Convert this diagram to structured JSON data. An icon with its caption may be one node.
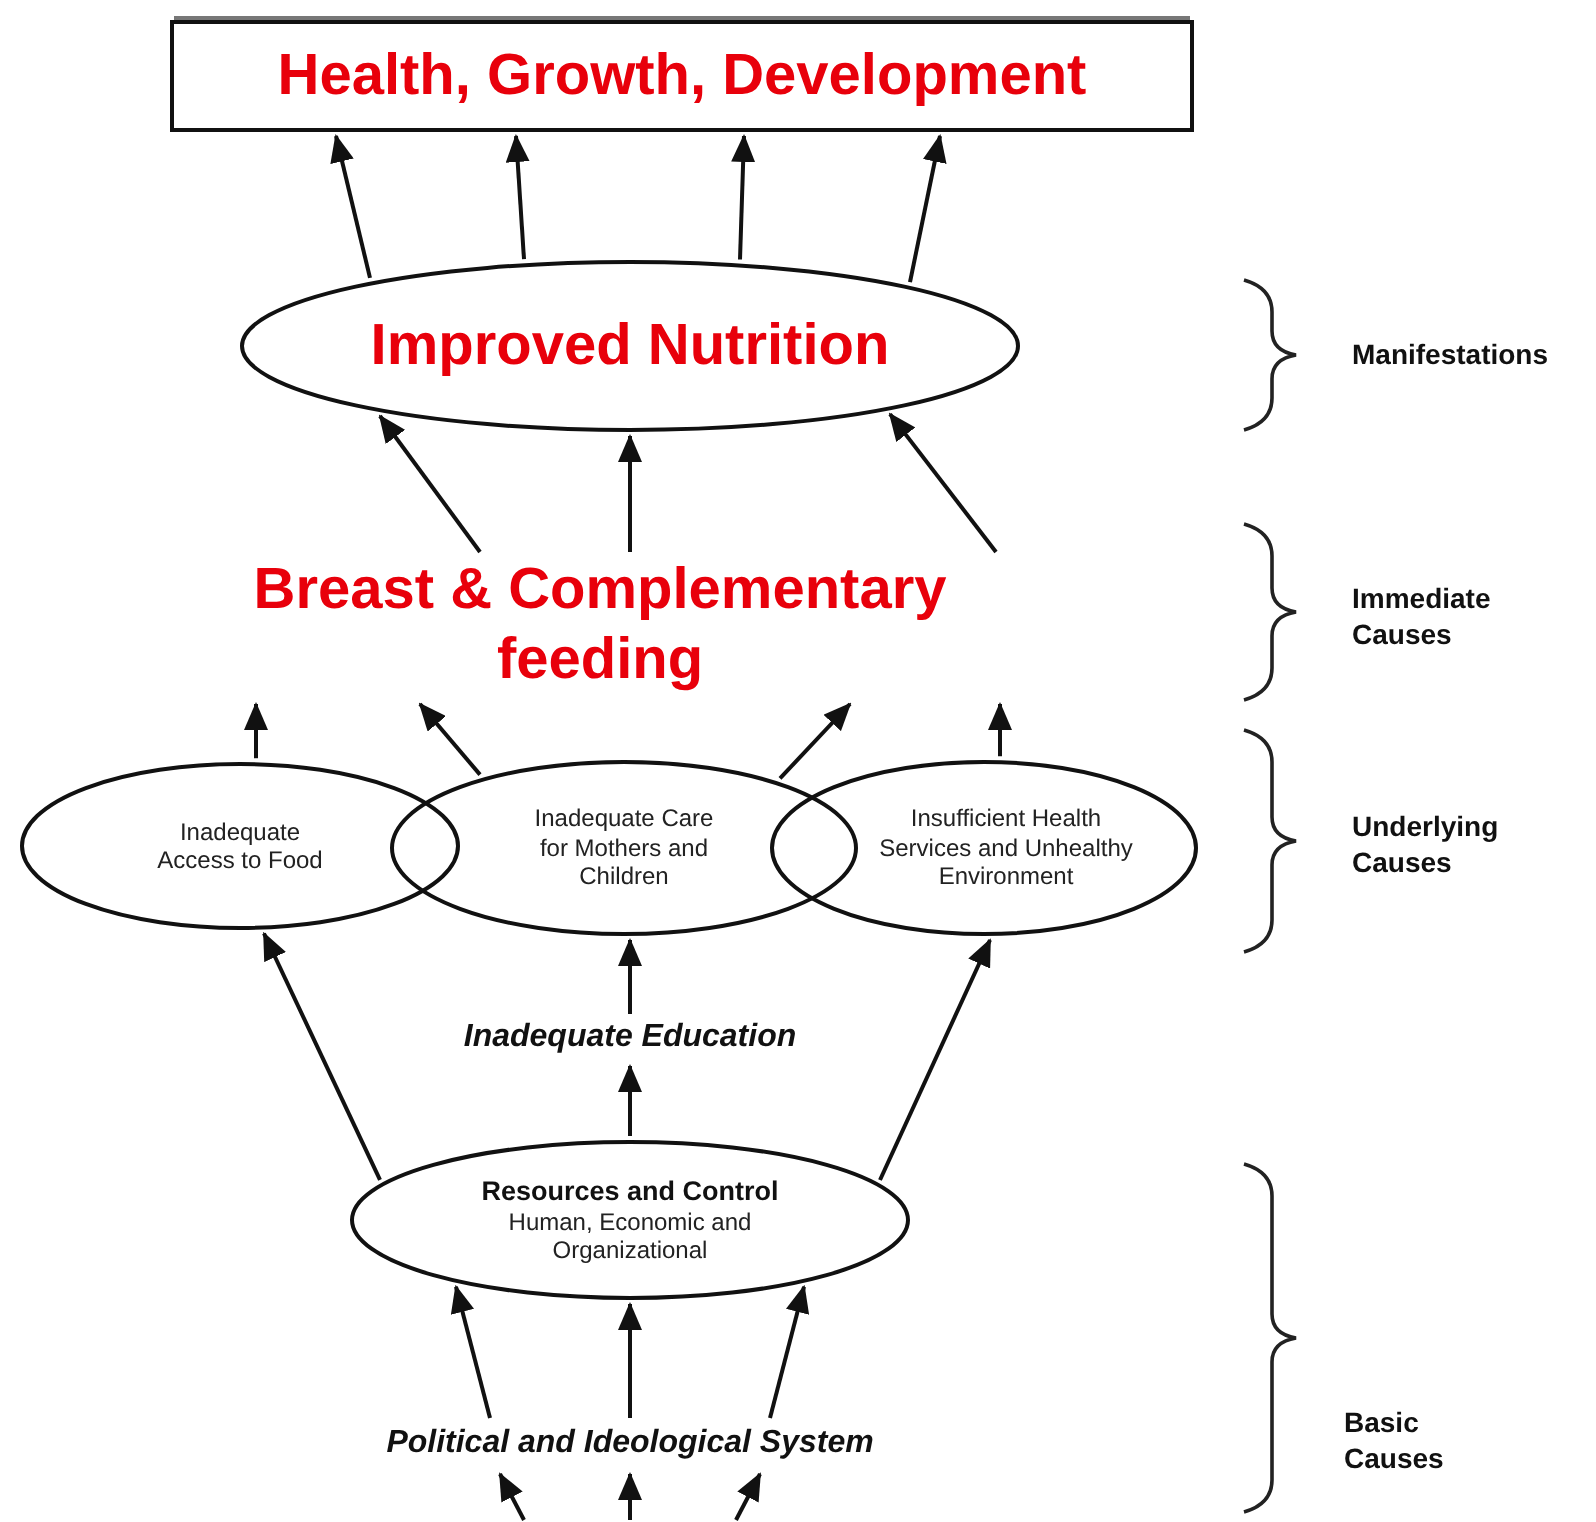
{
  "diagram": {
    "nodes": [
      {
        "text": [
          "Health, Growth, Development"
        ]
      },
      {
        "text": [
          "Improved Nutrition"
        ]
      },
      {
        "text": [
          "Breast & Complementary feeding"
        ]
      },
      {
        "text": [
          "Inadequate Access to Food"
        ]
      },
      {
        "text": [
          "Inadequate Care for Mothers and Children"
        ]
      },
      {
        "text": [
          "Insufficient Health Services and Unhealthy Environment"
        ]
      },
      {
        "text": [
          "Inadequate Education"
        ]
      },
      {
        "text": [
          "Resources and Control",
          "Human, Economic and Organizational"
        ]
      },
      {
        "text": [
          "Political and Ideological System"
        ]
      }
    ],
    "edges": [
      {
        "from": 1,
        "to": 0,
        "arrow": "to"
      },
      {
        "from": 1,
        "to": 0,
        "arrow": "to"
      },
      {
        "from": 1,
        "to": 0,
        "arrow": "to"
      },
      {
        "from": 1,
        "to": 0,
        "arrow": "to"
      },
      {
        "from": 2,
        "to": 1,
        "arrow": "to"
      },
      {
        "from": 2,
        "to": 1,
        "arrow": "to"
      },
      {
        "from": 2,
        "to": 1,
        "arrow": "to"
      },
      {
        "from": 3,
        "to": 2,
        "arrow": "to"
      },
      {
        "from": 4,
        "to": 2,
        "arrow": "to"
      },
      {
        "from": 4,
        "to": 2,
        "arrow": "to"
      },
      {
        "from": 5,
        "to": 2,
        "arrow": "to"
      },
      {
        "from": 7,
        "to": 3,
        "arrow": "to"
      },
      {
        "from": 7,
        "to": 6,
        "arrow": "to"
      },
      {
        "from": 6,
        "to": 4,
        "arrow": "to"
      },
      {
        "from": 7,
        "to": 5,
        "arrow": "to"
      },
      {
        "from": 8,
        "to": 7,
        "arrow": "to"
      },
      {
        "from": 8,
        "to": 7,
        "arrow": "to"
      },
      {
        "from": 8,
        "to": 7,
        "arrow": "to"
      },
      {
        "from": null,
        "to": 8,
        "arrow": "to"
      },
      {
        "from": null,
        "to": 8,
        "arrow": "to"
      },
      {
        "from": null,
        "to": 8,
        "arrow": "to"
      }
    ],
    "labels": [
      "Manifestations",
      "Immediate Causes",
      "Underlying Causes",
      "Basic Causes"
    ]
  }
}
